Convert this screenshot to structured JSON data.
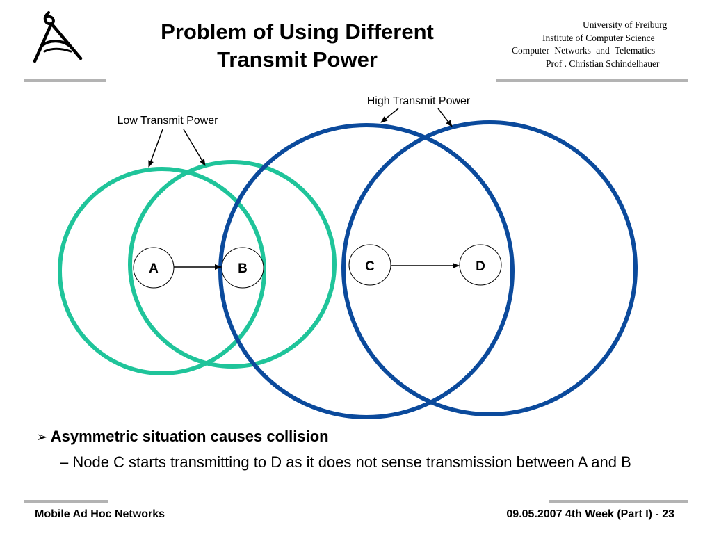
{
  "header": {
    "title_line1": "Problem of Using Different",
    "title_line2": "Transmit Power",
    "institution": [
      "University of Freiburg",
      "Institute of Computer Science",
      "Computer Networks and Telematics",
      "Prof . Christian Schindelhauer"
    ]
  },
  "diagram": {
    "labels": {
      "low_power": "Low Transmit Power",
      "high_power": "High Transmit Power"
    },
    "nodes": [
      "A",
      "B",
      "C",
      "D"
    ],
    "colors": {
      "low_power_circle": "#1fc49a",
      "high_power_circle": "#0b4a9c"
    }
  },
  "bullets": {
    "main": "Asymmetric situation causes collision",
    "main_marker": "➢",
    "sub": "– Node C starts transmitting to D as it does not sense transmission between A and B"
  },
  "footer": {
    "left": "Mobile Ad Hoc Networks",
    "right": "09.05.2007 4th Week (Part I) - 23"
  }
}
